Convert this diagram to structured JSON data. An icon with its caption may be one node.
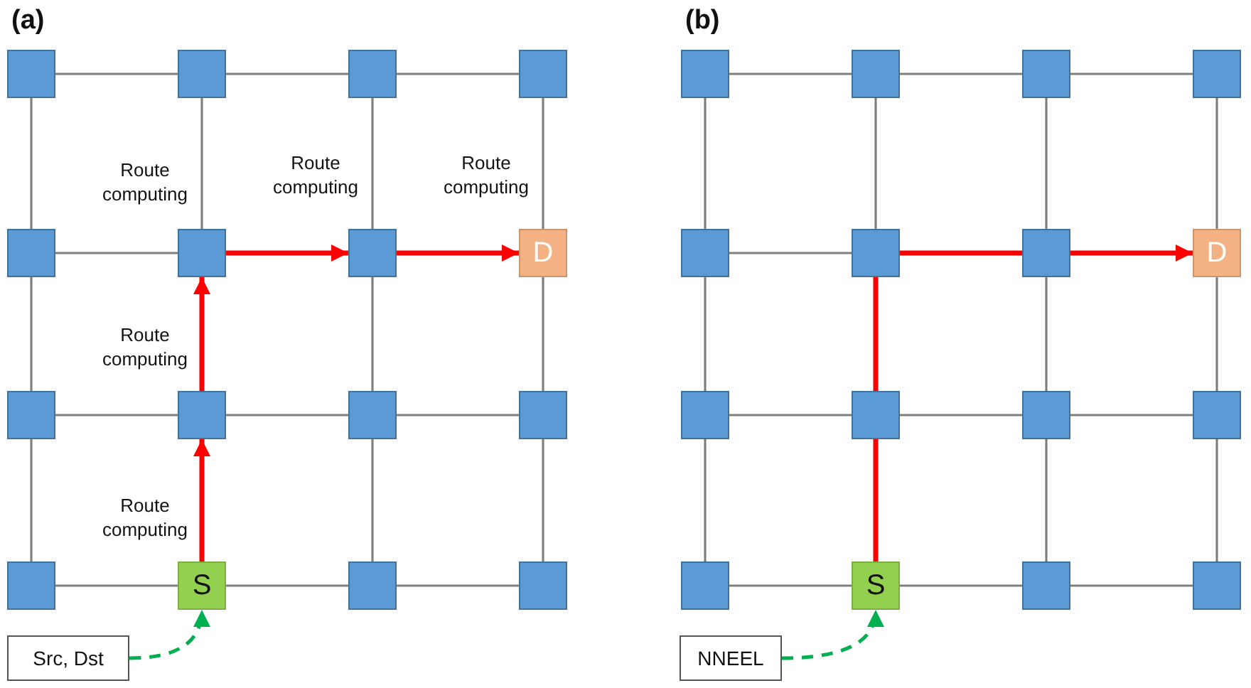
{
  "diagram": {
    "nodes": [
      {
        "text": [],
        "shape": "box"
      },
      {
        "text": [],
        "shape": "box"
      },
      {
        "text": [],
        "shape": "box"
      },
      {
        "text": [],
        "shape": "box"
      },
      {
        "text": [],
        "shape": "box"
      },
      {
        "text": [],
        "shape": "box",
        "beside": [
          "Route computing"
        ]
      },
      {
        "text": [],
        "shape": "box",
        "beside": [
          "Route computing"
        ]
      },
      {
        "text": [
          "D"
        ],
        "beside": [
          "Route computing"
        ]
      },
      {
        "text": [],
        "shape": "box"
      },
      {
        "text": [],
        "shape": "box",
        "beside": [
          "Route computing"
        ]
      },
      {
        "text": [],
        "shape": "box"
      },
      {
        "text": [],
        "shape": "box"
      },
      {
        "text": [],
        "shape": "box"
      },
      {
        "text": [
          "S"
        ],
        "beside": [
          "Route computing"
        ]
      },
      {
        "text": [],
        "shape": "box"
      },
      {
        "text": [],
        "shape": "box"
      },
      {
        "text": [
          "Src, Dst"
        ]
      },
      {
        "text": [],
        "shape": "box"
      },
      {
        "text": [],
        "shape": "box"
      },
      {
        "text": [],
        "shape": "box"
      },
      {
        "text": [],
        "shape": "box"
      },
      {
        "text": [],
        "shape": "box"
      },
      {
        "text": [],
        "shape": "box"
      },
      {
        "text": [],
        "shape": "box"
      },
      {
        "text": [
          "D"
        ]
      },
      {
        "text": [],
        "shape": "box"
      },
      {
        "text": [],
        "shape": "box"
      },
      {
        "text": [],
        "shape": "box"
      },
      {
        "text": [],
        "shape": "box"
      },
      {
        "text": [],
        "shape": "box"
      },
      {
        "text": [
          "S"
        ]
      },
      {
        "text": [],
        "shape": "box"
      },
      {
        "text": [],
        "shape": "box"
      },
      {
        "text": [
          "NNEEL"
        ]
      }
    ],
    "edges": [
      {
        "from": 0,
        "to": 1,
        "arrow": "none"
      },
      {
        "from": 1,
        "to": 2,
        "arrow": "none"
      },
      {
        "from": 2,
        "to": 3,
        "arrow": "none"
      },
      {
        "from": 4,
        "to": 5,
        "arrow": "none"
      },
      {
        "from": 5,
        "to": 6,
        "arrow": "to",
        "style": "thick",
        "color": "#ff0000"
      },
      {
        "from": 6,
        "to": 7,
        "arrow": "to",
        "style": "thick",
        "color": "#ff0000"
      },
      {
        "from": 8,
        "to": 9,
        "arrow": "none"
      },
      {
        "from": 9,
        "to": 10,
        "arrow": "none"
      },
      {
        "from": 10,
        "to": 11,
        "arrow": "none"
      },
      {
        "from": 12,
        "to": 13,
        "arrow": "none"
      },
      {
        "from": 13,
        "to": 14,
        "arrow": "none"
      },
      {
        "from": 14,
        "to": 15,
        "arrow": "none"
      },
      {
        "from": 0,
        "to": 4,
        "arrow": "none"
      },
      {
        "from": 4,
        "to": 8,
        "arrow": "none"
      },
      {
        "from": 8,
        "to": 12,
        "arrow": "none"
      },
      {
        "from": 1,
        "to": 5,
        "arrow": "none"
      },
      {
        "from": 9,
        "to": 5,
        "arrow": "to",
        "style": "thick",
        "color": "#ff0000"
      },
      {
        "from": 13,
        "to": 9,
        "arrow": "to",
        "style": "thick",
        "color": "#ff0000"
      },
      {
        "from": 2,
        "to": 6,
        "arrow": "none"
      },
      {
        "from": 6,
        "to": 10,
        "arrow": "none"
      },
      {
        "from": 10,
        "to": 14,
        "arrow": "none"
      },
      {
        "from": 3,
        "to": 7,
        "arrow": "none"
      },
      {
        "from": 7,
        "to": 11,
        "arrow": "none"
      },
      {
        "from": 11,
        "to": 15,
        "arrow": "none"
      },
      {
        "from": 17,
        "to": 18,
        "arrow": "none"
      },
      {
        "from": 18,
        "to": 19,
        "arrow": "none"
      },
      {
        "from": 19,
        "to": 20,
        "arrow": "none"
      },
      {
        "from": 21,
        "to": 22,
        "arrow": "none"
      },
      {
        "from": 22,
        "to": 23,
        "arrow": "none",
        "style": "thick",
        "color": "#ff0000"
      },
      {
        "from": 23,
        "to": 24,
        "arrow": "to",
        "style": "thick",
        "color": "#ff0000"
      },
      {
        "from": 25,
        "to": 26,
        "arrow": "none"
      },
      {
        "from": 26,
        "to": 27,
        "arrow": "none"
      },
      {
        "from": 27,
        "to": 28,
        "arrow": "none"
      },
      {
        "from": 29,
        "to": 30,
        "arrow": "none"
      },
      {
        "from": 30,
        "to": 31,
        "arrow": "none"
      },
      {
        "from": 31,
        "to": 32,
        "arrow": "none"
      },
      {
        "from": 17,
        "to": 21,
        "arrow": "none"
      },
      {
        "from": 21,
        "to": 25,
        "arrow": "none"
      },
      {
        "from": 25,
        "to": 29,
        "arrow": "none"
      },
      {
        "from": 18,
        "to": 22,
        "arrow": "none"
      },
      {
        "from": 26,
        "to": 22,
        "arrow": "none",
        "style": "thick",
        "color": "#ff0000"
      },
      {
        "from": 30,
        "to": 26,
        "arrow": "none",
        "style": "thick",
        "color": "#ff0000"
      },
      {
        "from": 19,
        "to": 23,
        "arrow": "none"
      },
      {
        "from": 23,
        "to": 27,
        "arrow": "none"
      },
      {
        "from": 27,
        "to": 31,
        "arrow": "none"
      },
      {
        "from": 20,
        "to": 24,
        "arrow": "none"
      },
      {
        "from": 24,
        "to": 28,
        "arrow": "none"
      },
      {
        "from": 28,
        "to": 32,
        "arrow": "none"
      },
      {
        "from": 16,
        "to": 13,
        "arrow": "to",
        "style": "dashed",
        "color": "#00b050"
      },
      {
        "from": 33,
        "to": 30,
        "arrow": "to",
        "style": "dashed",
        "color": "#00b050"
      }
    ],
    "labels": [
      "(a)",
      "(b)"
    ]
  }
}
